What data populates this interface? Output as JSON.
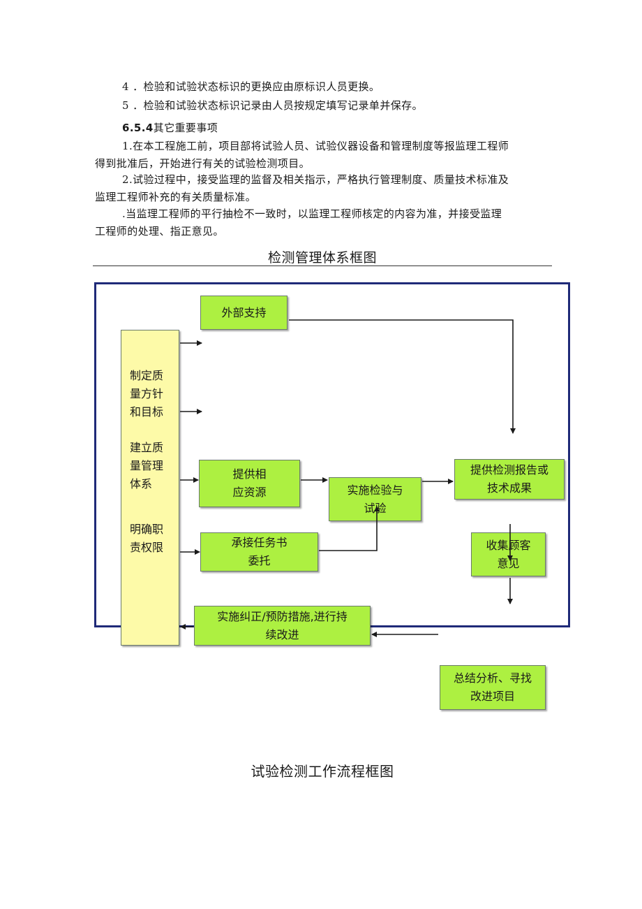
{
  "paragraphs": {
    "line1": "4 ．检验和试验状态标识的更换应由原标识人员更换。",
    "line2": "5 ．检验和试验状态标识记录由人员按规定填写记录单并保存。",
    "heading_num": "6.5.4",
    "heading_text": "其它重要事项",
    "p1_a": "1.在本工程施工前，项目部将试验人员、试验仪器设备和管理制度等报监理工程师",
    "p1_b": "得到批准后，开始进行有关的试验检测项目。",
    "p2_a": "2.试验过程中，接受监理的监督及相关指示，严格执行管理制度、质量技术标准及",
    "p2_b": "监理工程师补充的有关质量标准。",
    "p3_a": ".当监理工程师的平行抽检不一致时，以监理工程师核定的内容为准，并接受监理",
    "p3_b": "工程师的处理、指正意见。"
  },
  "captions": {
    "top": "检测管理体系框图",
    "bottom": "试验检测工作流程框图"
  },
  "diagram": {
    "side_items": [
      "制定质\n量方针\n和目标",
      "建立质\n量管理\n体系",
      "明确职\n责权限"
    ],
    "boxes": {
      "external_support": "外部支持",
      "provide_resources": "提供相\n应资源",
      "accept_task": "承接任务书\n委托",
      "implement_test": "实施检验与\n试验",
      "provide_report": "提供检测报告或\n技术成果",
      "collect_feedback": "收集顾客\n意见",
      "corrective_action": "实施纠正/预防措施,进行持\n续改进",
      "summary_analysis": "总结分析、寻找\n改进项目"
    },
    "colors": {
      "box_fill": "#adf041",
      "side_fill": "#fdfaa8",
      "frame": "#1f2a78",
      "arrow": "#1a1a1a"
    }
  }
}
